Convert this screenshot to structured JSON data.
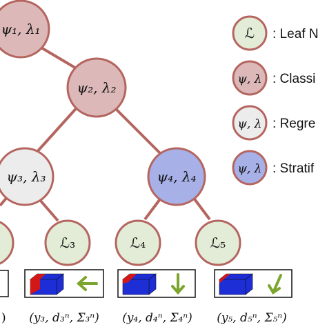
{
  "colors": {
    "leaf_fill": "#e2ecd6",
    "class_fill": "#dcb8b8",
    "regr_fill": "#ececec",
    "strat_fill": "#a7b1e8",
    "node_stroke": "#b5655f",
    "edge": "#b5655f",
    "arrow": "#7ba52c",
    "cube_blue": "#1d2ed6",
    "cube_red": "#d31717"
  },
  "nodes": {
    "n1": {
      "label": "ψ₁, λ₁"
    },
    "n2": {
      "label": "ψ₂, λ₂"
    },
    "n3": {
      "label": "ψ₃, λ₃"
    },
    "n4": {
      "label": "ψ₄, λ₄"
    },
    "leaf3": {
      "label": "ℒ₃"
    },
    "leaf4": {
      "label": "ℒ₄"
    },
    "leaf5": {
      "label": "ℒ₅"
    }
  },
  "legend": [
    {
      "symbol": "ℒ",
      "text": ": Leaf N",
      "kind": "leaf"
    },
    {
      "symbol": "ψ, λ",
      "text": ": Classi",
      "kind": "classification"
    },
    {
      "symbol": "ψ, λ",
      "text": ": Regre",
      "kind": "regression"
    },
    {
      "symbol": "ψ, λ",
      "text": ": Stratif",
      "kind": "stratification"
    }
  ],
  "outputs": [
    {
      "tuple": "(y₃, d₃ⁿ, Σ₃ⁿ)",
      "arrow_direction": "left",
      "icon": "cube-icon"
    },
    {
      "tuple": "(y₄, d₄ⁿ, Σ₄ⁿ)",
      "arrow_direction": "down",
      "icon": "cube-icon"
    },
    {
      "tuple": "(y₅, d₅ⁿ, Σ₅ⁿ)",
      "arrow_direction": "down-left",
      "icon": "cube-icon"
    }
  ],
  "left_fragments": {
    "tuple_end": ")"
  }
}
